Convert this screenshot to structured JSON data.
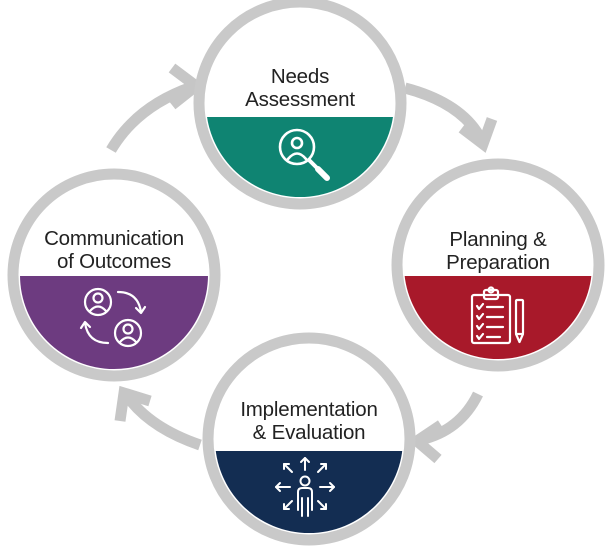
{
  "nodes": [
    {
      "id": "needs-assessment",
      "lines": [
        "Needs",
        "Assessment"
      ],
      "color": "#0f8472",
      "icon": "magnifier-person-icon"
    },
    {
      "id": "planning-preparation",
      "lines": [
        "Planning &",
        "Preparation"
      ],
      "color": "#a8192a",
      "icon": "clipboard-checklist-icon"
    },
    {
      "id": "implementation-evaluation",
      "lines": [
        "Implementation",
        "& Evaluation"
      ],
      "color": "#132d52",
      "icon": "person-arrows-icon"
    },
    {
      "id": "communication-outcomes",
      "lines": [
        "Communication",
        "of Outcomes"
      ],
      "color": "#6d3b80",
      "icon": "people-exchange-icon"
    }
  ],
  "ring_color": "#c9c9c9",
  "arrow_color": "#c6c6c6"
}
